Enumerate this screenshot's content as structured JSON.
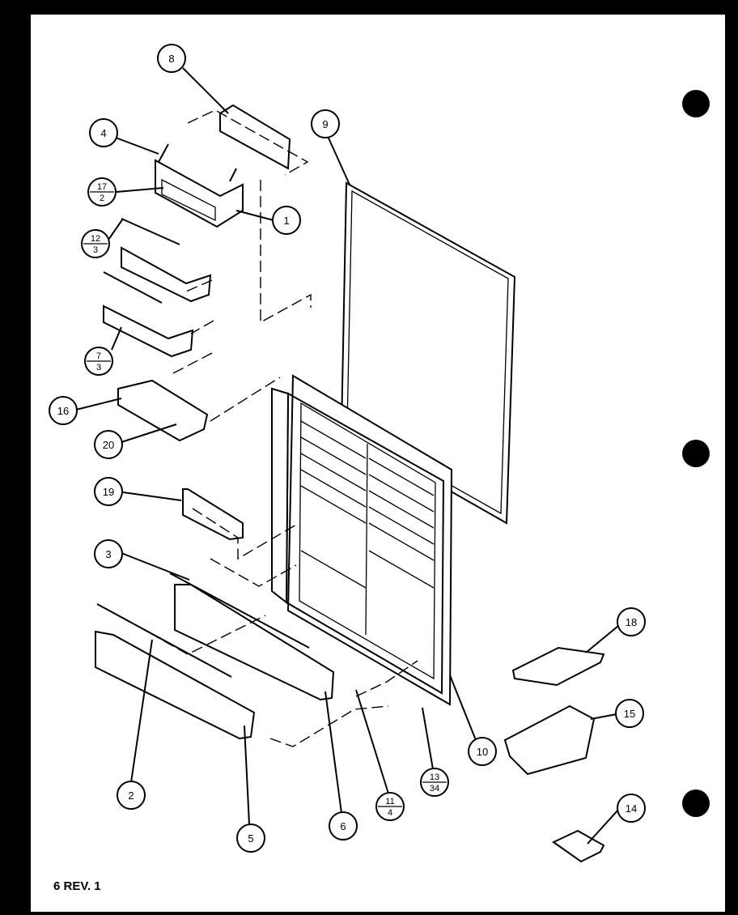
{
  "footer": {
    "sheet_label": "6 REV. 1"
  },
  "callouts": [
    {
      "id": "c8",
      "text": "8"
    },
    {
      "id": "c4",
      "text": "4"
    },
    {
      "id": "c9",
      "text": "9"
    },
    {
      "id": "c1",
      "text": "1"
    },
    {
      "id": "c17_2",
      "num": "17",
      "den": "2"
    },
    {
      "id": "c12_3",
      "num": "12",
      "den": "3"
    },
    {
      "id": "c7_3",
      "num": "7",
      "den": "3"
    },
    {
      "id": "c16",
      "text": "16"
    },
    {
      "id": "c20",
      "text": "20"
    },
    {
      "id": "c19",
      "text": "19"
    },
    {
      "id": "c3",
      "text": "3"
    },
    {
      "id": "c18",
      "text": "18"
    },
    {
      "id": "c15",
      "text": "15"
    },
    {
      "id": "c10",
      "text": "10"
    },
    {
      "id": "c13_34",
      "num": "13",
      "den": "34"
    },
    {
      "id": "c11_4",
      "num": "11",
      "den": "4"
    },
    {
      "id": "c14",
      "text": "14"
    },
    {
      "id": "c2",
      "text": "2"
    },
    {
      "id": "c5",
      "text": "5"
    },
    {
      "id": "c6",
      "text": "6"
    }
  ]
}
